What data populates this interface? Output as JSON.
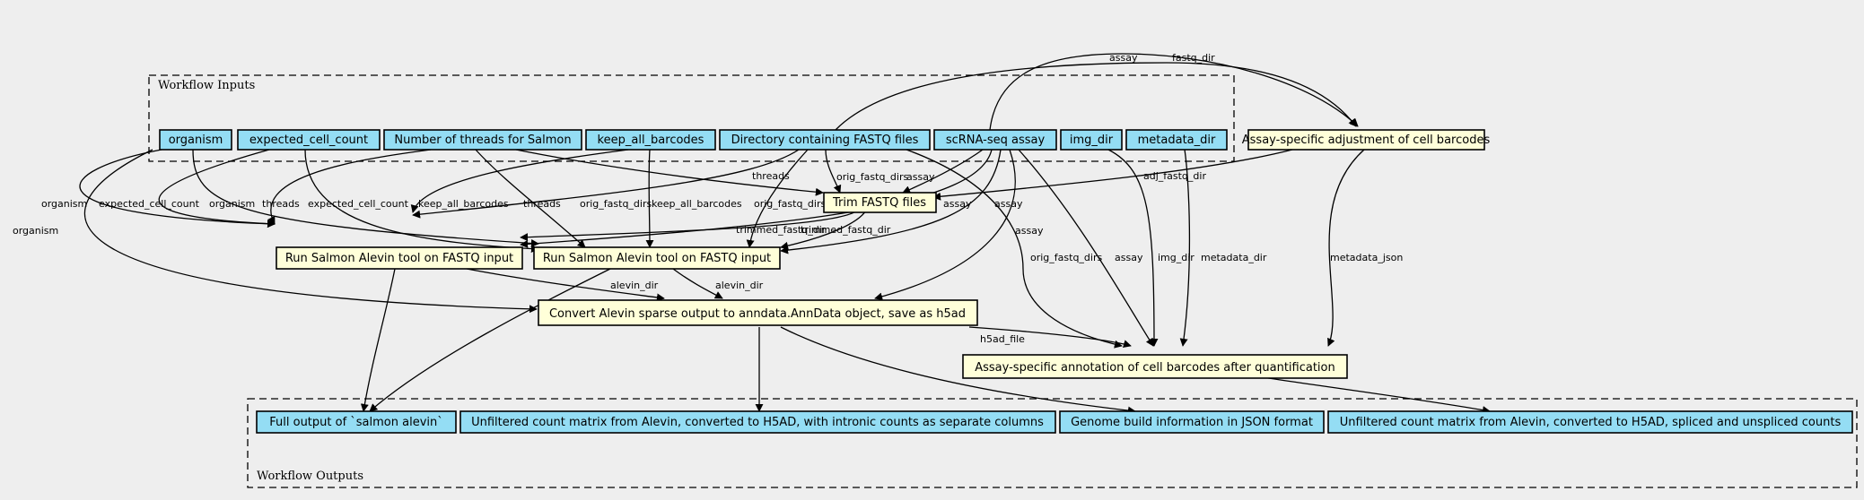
{
  "clusters": {
    "inputs": "Workflow Inputs",
    "outputs": "Workflow Outputs"
  },
  "inputs": {
    "organism": "organism",
    "expected_cell_count": "expected_cell_count",
    "threads": "Number of threads for Salmon",
    "keep_all_barcodes": "keep_all_barcodes",
    "fastq_dir": "Directory containing FASTQ files",
    "assay": "scRNA-seq assay",
    "img_dir": "img_dir",
    "metadata_dir": "metadata_dir"
  },
  "steps": {
    "adjust": "Assay-specific adjustment of cell barcodes",
    "trim": "Trim FASTQ files",
    "salmon1": "Run Salmon Alevin tool on FASTQ input",
    "salmon2": "Run Salmon Alevin tool on FASTQ input",
    "convert": "Convert Alevin sparse output to anndata.AnnData object, save as h5ad",
    "annotate": "Assay-specific annotation of cell barcodes after quantification"
  },
  "outputs": {
    "salmon_full": "Full output of `salmon alevin`",
    "intronic": "Unfiltered count matrix from Alevin, converted to H5AD, with intronic counts as separate columns",
    "genome_build": "Genome build information in JSON format",
    "spliced": "Unfiltered count matrix from Alevin, converted to H5AD, spliced and unspliced counts"
  },
  "edge_labels": {
    "assay": "assay",
    "fastq_dir": "fastq_dir",
    "threads": "threads",
    "orig_fastq_dirs": "orig_fastq_dirs",
    "adj_fastq_dir": "adj_fastq_dir",
    "organism": "organism",
    "expected_cell_count": "expected_cell_count",
    "keep_all_barcodes": "keep_all_barcodes",
    "trimmed_fastq_dir": "trimmed_fastq_dir",
    "alevin_dir": "alevin_dir",
    "img_dir": "img_dir",
    "metadata_dir": "metadata_dir",
    "metadata_json": "metadata_json",
    "h5ad_file": "h5ad_file"
  }
}
